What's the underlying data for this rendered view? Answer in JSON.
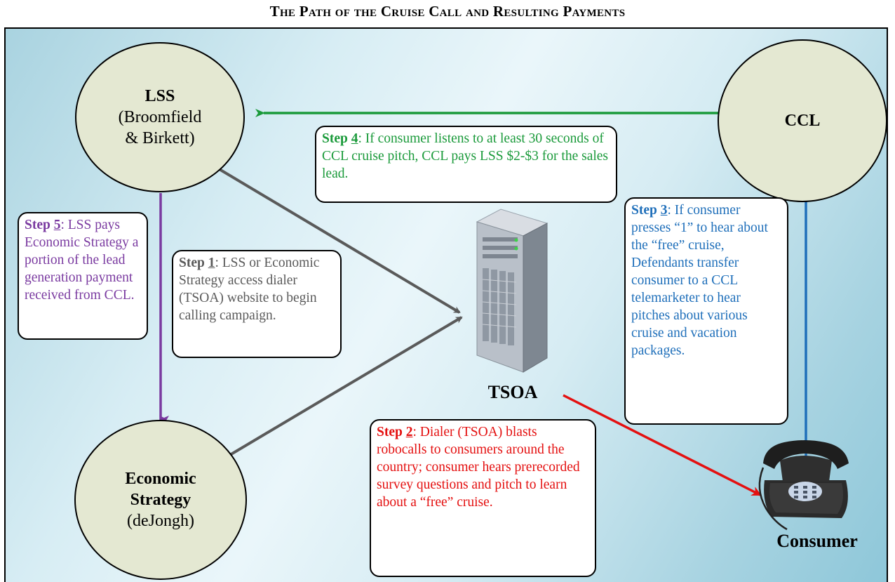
{
  "title": "The Path of the Cruise Call and Resulting Payments",
  "nodes": {
    "lss": {
      "name": "LSS",
      "sub1": "(Broomfield",
      "sub2": "& Birkett)"
    },
    "ccl": {
      "name": "CCL"
    },
    "econ": {
      "name1": "Economic",
      "name2": "Strategy",
      "sub": "(deJongh)"
    },
    "tsoa": {
      "label": "TSOA"
    },
    "consumer": {
      "label": "Consumer"
    }
  },
  "steps": {
    "step1": {
      "lead": "Step ",
      "num": "1",
      "text": ": LSS or Economic Strategy access dialer (TSOA) website to begin calling campaign."
    },
    "step2": {
      "lead": "Step ",
      "num": "2",
      "text": ": Dialer (TSOA) blasts robocalls to consumers around the country; consumer hears prerecorded survey questions and pitch to learn about a “free” cruise."
    },
    "step3": {
      "lead": "Step ",
      "num": "3",
      "text": ": If consumer presses “1” to hear about the “free” cruise, Defendants transfer consumer to a CCL telemarketer to hear pitches about various cruise and vacation packages."
    },
    "step4": {
      "lead": "Step ",
      "num": "4",
      "text": ": If consumer listens to at least 30 seconds of CCL cruise pitch, CCL pays LSS $2-$3 for the sales lead."
    },
    "step5": {
      "lead": "Step ",
      "num": "5",
      "text": ": LSS pays Economic Strategy a portion of the lead generation payment received from CCL."
    }
  },
  "colors": {
    "step1": "#5a5a5a",
    "step2": "#e41010",
    "step3": "#1f6fba",
    "step4": "#1a9a3a",
    "step5": "#7a3aa0",
    "node_fill": "#e4e8d2"
  },
  "icons": [
    "server-icon",
    "telephone-icon"
  ]
}
